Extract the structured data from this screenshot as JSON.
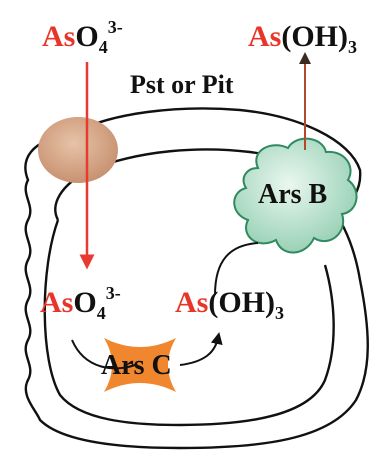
{
  "labels": {
    "arsenate_out": {
      "element": "As",
      "rest": "O",
      "sub": "4",
      "sup": "3-"
    },
    "arsenite_out": {
      "element": "As",
      "rest": "(OH)",
      "sub": "3"
    },
    "transporter": "Pst or Pit",
    "pump": "Ars B",
    "arsenate_in": {
      "element": "As",
      "rest": "O",
      "sub": "4",
      "sup": "3-"
    },
    "arsenite_in": {
      "element": "As",
      "rest": "(OH)",
      "sub": "3"
    },
    "reductase": "Ars C"
  },
  "colors": {
    "element": "#e8352a",
    "text": "#111111",
    "arrow_in": "#e83a30",
    "arrow_out": "#b0492e",
    "transporter_fill": "#d8a98a",
    "pump_fill": "#bfe3d2",
    "pump_stroke": "#2f8a5f",
    "reductase_fill": "#f0872f",
    "membrane": "#111111"
  }
}
